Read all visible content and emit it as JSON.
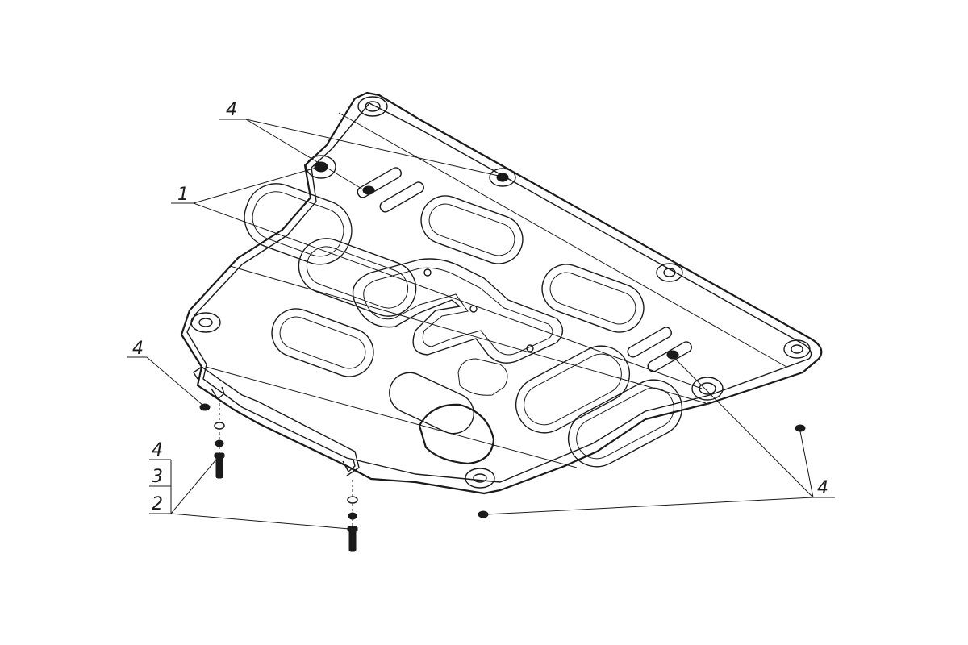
{
  "drawing": {
    "callouts": {
      "top_4": "4",
      "left_1": "1",
      "left_4": "4",
      "stack_4": "4",
      "stack_3": "3",
      "stack_2": "2",
      "right_4": "4"
    }
  }
}
